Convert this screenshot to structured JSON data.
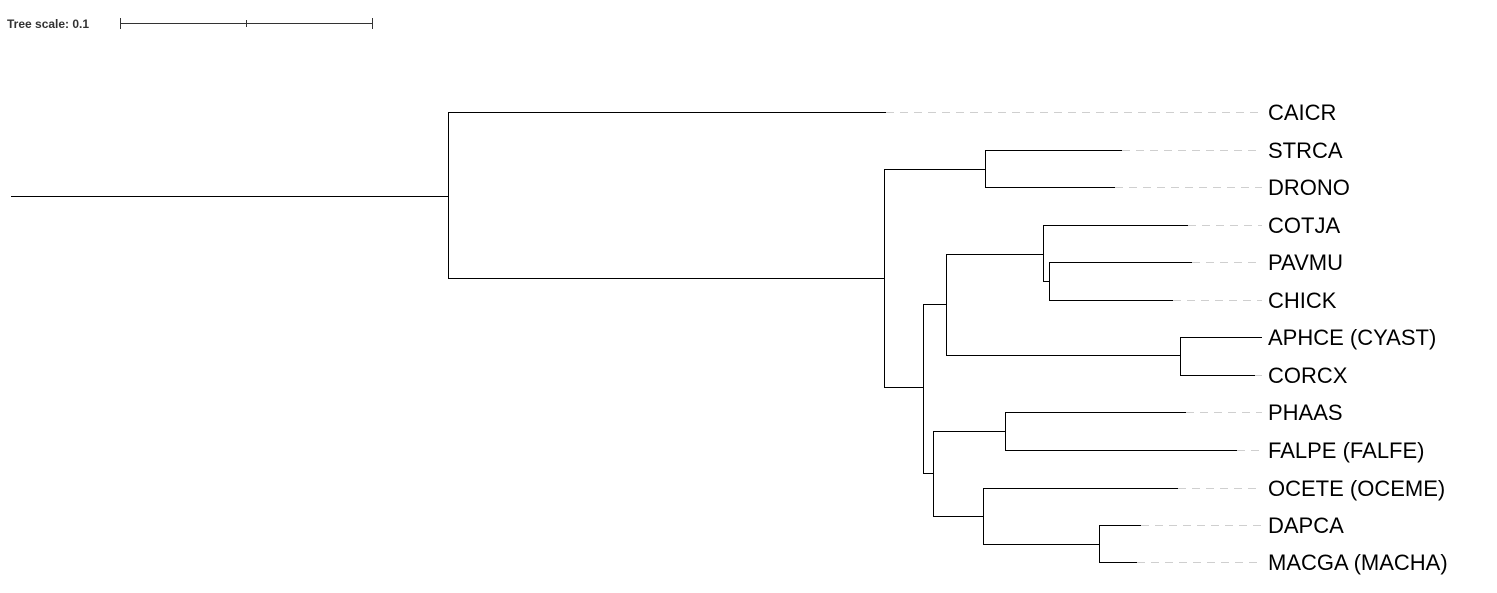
{
  "tree_scale": {
    "label": "Tree scale: 0.1"
  },
  "leaves": [
    {
      "id": "caicr",
      "label": "CAICR"
    },
    {
      "id": "strca",
      "label": "STRCA"
    },
    {
      "id": "drono",
      "label": "DRONO"
    },
    {
      "id": "cotja",
      "label": "COTJA"
    },
    {
      "id": "pavmu",
      "label": "PAVMU"
    },
    {
      "id": "chick",
      "label": "CHICK"
    },
    {
      "id": "aphce",
      "label": "APHCE (CYAST)"
    },
    {
      "id": "corcx",
      "label": "CORCX"
    },
    {
      "id": "phaas",
      "label": "PHAAS"
    },
    {
      "id": "falpe",
      "label": "FALPE (FALFE)"
    },
    {
      "id": "ocete",
      "label": "OCETE (OCEME)"
    },
    {
      "id": "dapca",
      "label": "DAPCA"
    },
    {
      "id": "macga",
      "label": "MACGA (MACHA)"
    }
  ],
  "colors": {
    "branch": "#000000",
    "guide": "#cfcfcf",
    "text": "#000000",
    "scale_text": "#333333"
  }
}
